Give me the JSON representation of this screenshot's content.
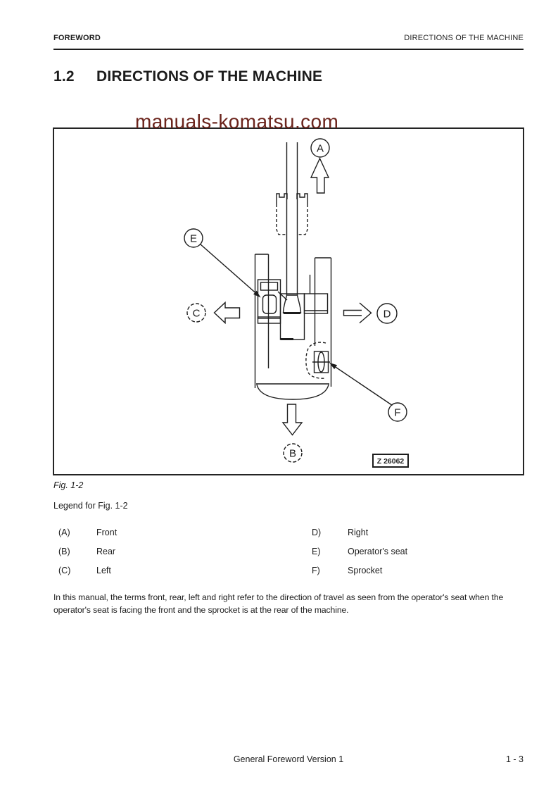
{
  "header": {
    "left": "FOREWORD",
    "right": "DIRECTIONS OF THE MACHINE"
  },
  "title": {
    "number": "1.2",
    "text": "DIRECTIONS OF THE MACHINE"
  },
  "watermark": {
    "text": "manuals-komatsu.com",
    "color": "#6b241c"
  },
  "figure": {
    "caption": "Fig. 1-2",
    "drawing_code": "Z 26062",
    "labels": {
      "a": "A",
      "b": "B",
      "c": "C",
      "d": "D",
      "e": "E",
      "f": "F"
    }
  },
  "legend": {
    "heading": "Legend for Fig. 1-2",
    "items": [
      {
        "key": "(A)",
        "value": "Front"
      },
      {
        "key": "(B)",
        "value": "Rear"
      },
      {
        "key": "(C)",
        "value": "Left"
      },
      {
        "key": "D)",
        "value": "Right"
      },
      {
        "key": "E)",
        "value": "Operator's seat"
      },
      {
        "key": "F)",
        "value": "Sprocket"
      }
    ]
  },
  "body_text": "In this manual, the terms front, rear, left and right refer to the direction of travel as seen from the operator's seat when the operator's seat is facing the front and the sprocket is at the rear of the machine.",
  "footer": {
    "center": "General Foreword Version 1",
    "right": "1 - 3"
  }
}
